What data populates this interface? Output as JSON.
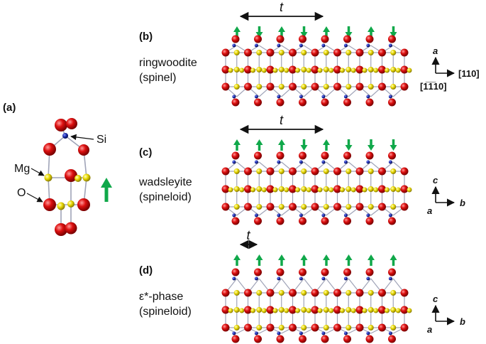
{
  "colors": {
    "oxygen": "#cc0000",
    "magnesium": "#e8d800",
    "silicon": "#1a2aa8",
    "bond": "#a0a4b8",
    "arrow": "#10a84a",
    "text": "#111111"
  },
  "panel_a": {
    "label": "(a)",
    "si_label": "Si",
    "mg_label": "Mg",
    "o_label": "O"
  },
  "panels": [
    {
      "key": "b",
      "label": "(b)",
      "name_line1": "ringwoodite",
      "name_line2": "(spinel)",
      "t_label": "t",
      "axis_up": "a",
      "axis_right": "[110]",
      "axis_out": "[1̅1̅10]",
      "arrows": [
        "up",
        "down",
        "up",
        "down",
        "up",
        "down",
        "up",
        "down"
      ]
    },
    {
      "key": "c",
      "label": "(c)",
      "name_line1": "wadsleyite",
      "name_line2": "(spineloid)",
      "t_label": "t",
      "axis_up": "c",
      "axis_right": "b",
      "axis_out": "a",
      "arrows": [
        "up",
        "up",
        "up",
        "down",
        "up",
        "down",
        "down",
        "down"
      ]
    },
    {
      "key": "d",
      "label": "(d)",
      "name_line1": "ε*-phase",
      "name_line2": "(spineloid)",
      "t_label": "t",
      "axis_up": "c",
      "axis_right": "b",
      "axis_out": "a",
      "arrows": [
        "up",
        "up",
        "up",
        "up",
        "up",
        "up",
        "up",
        "up"
      ]
    }
  ]
}
